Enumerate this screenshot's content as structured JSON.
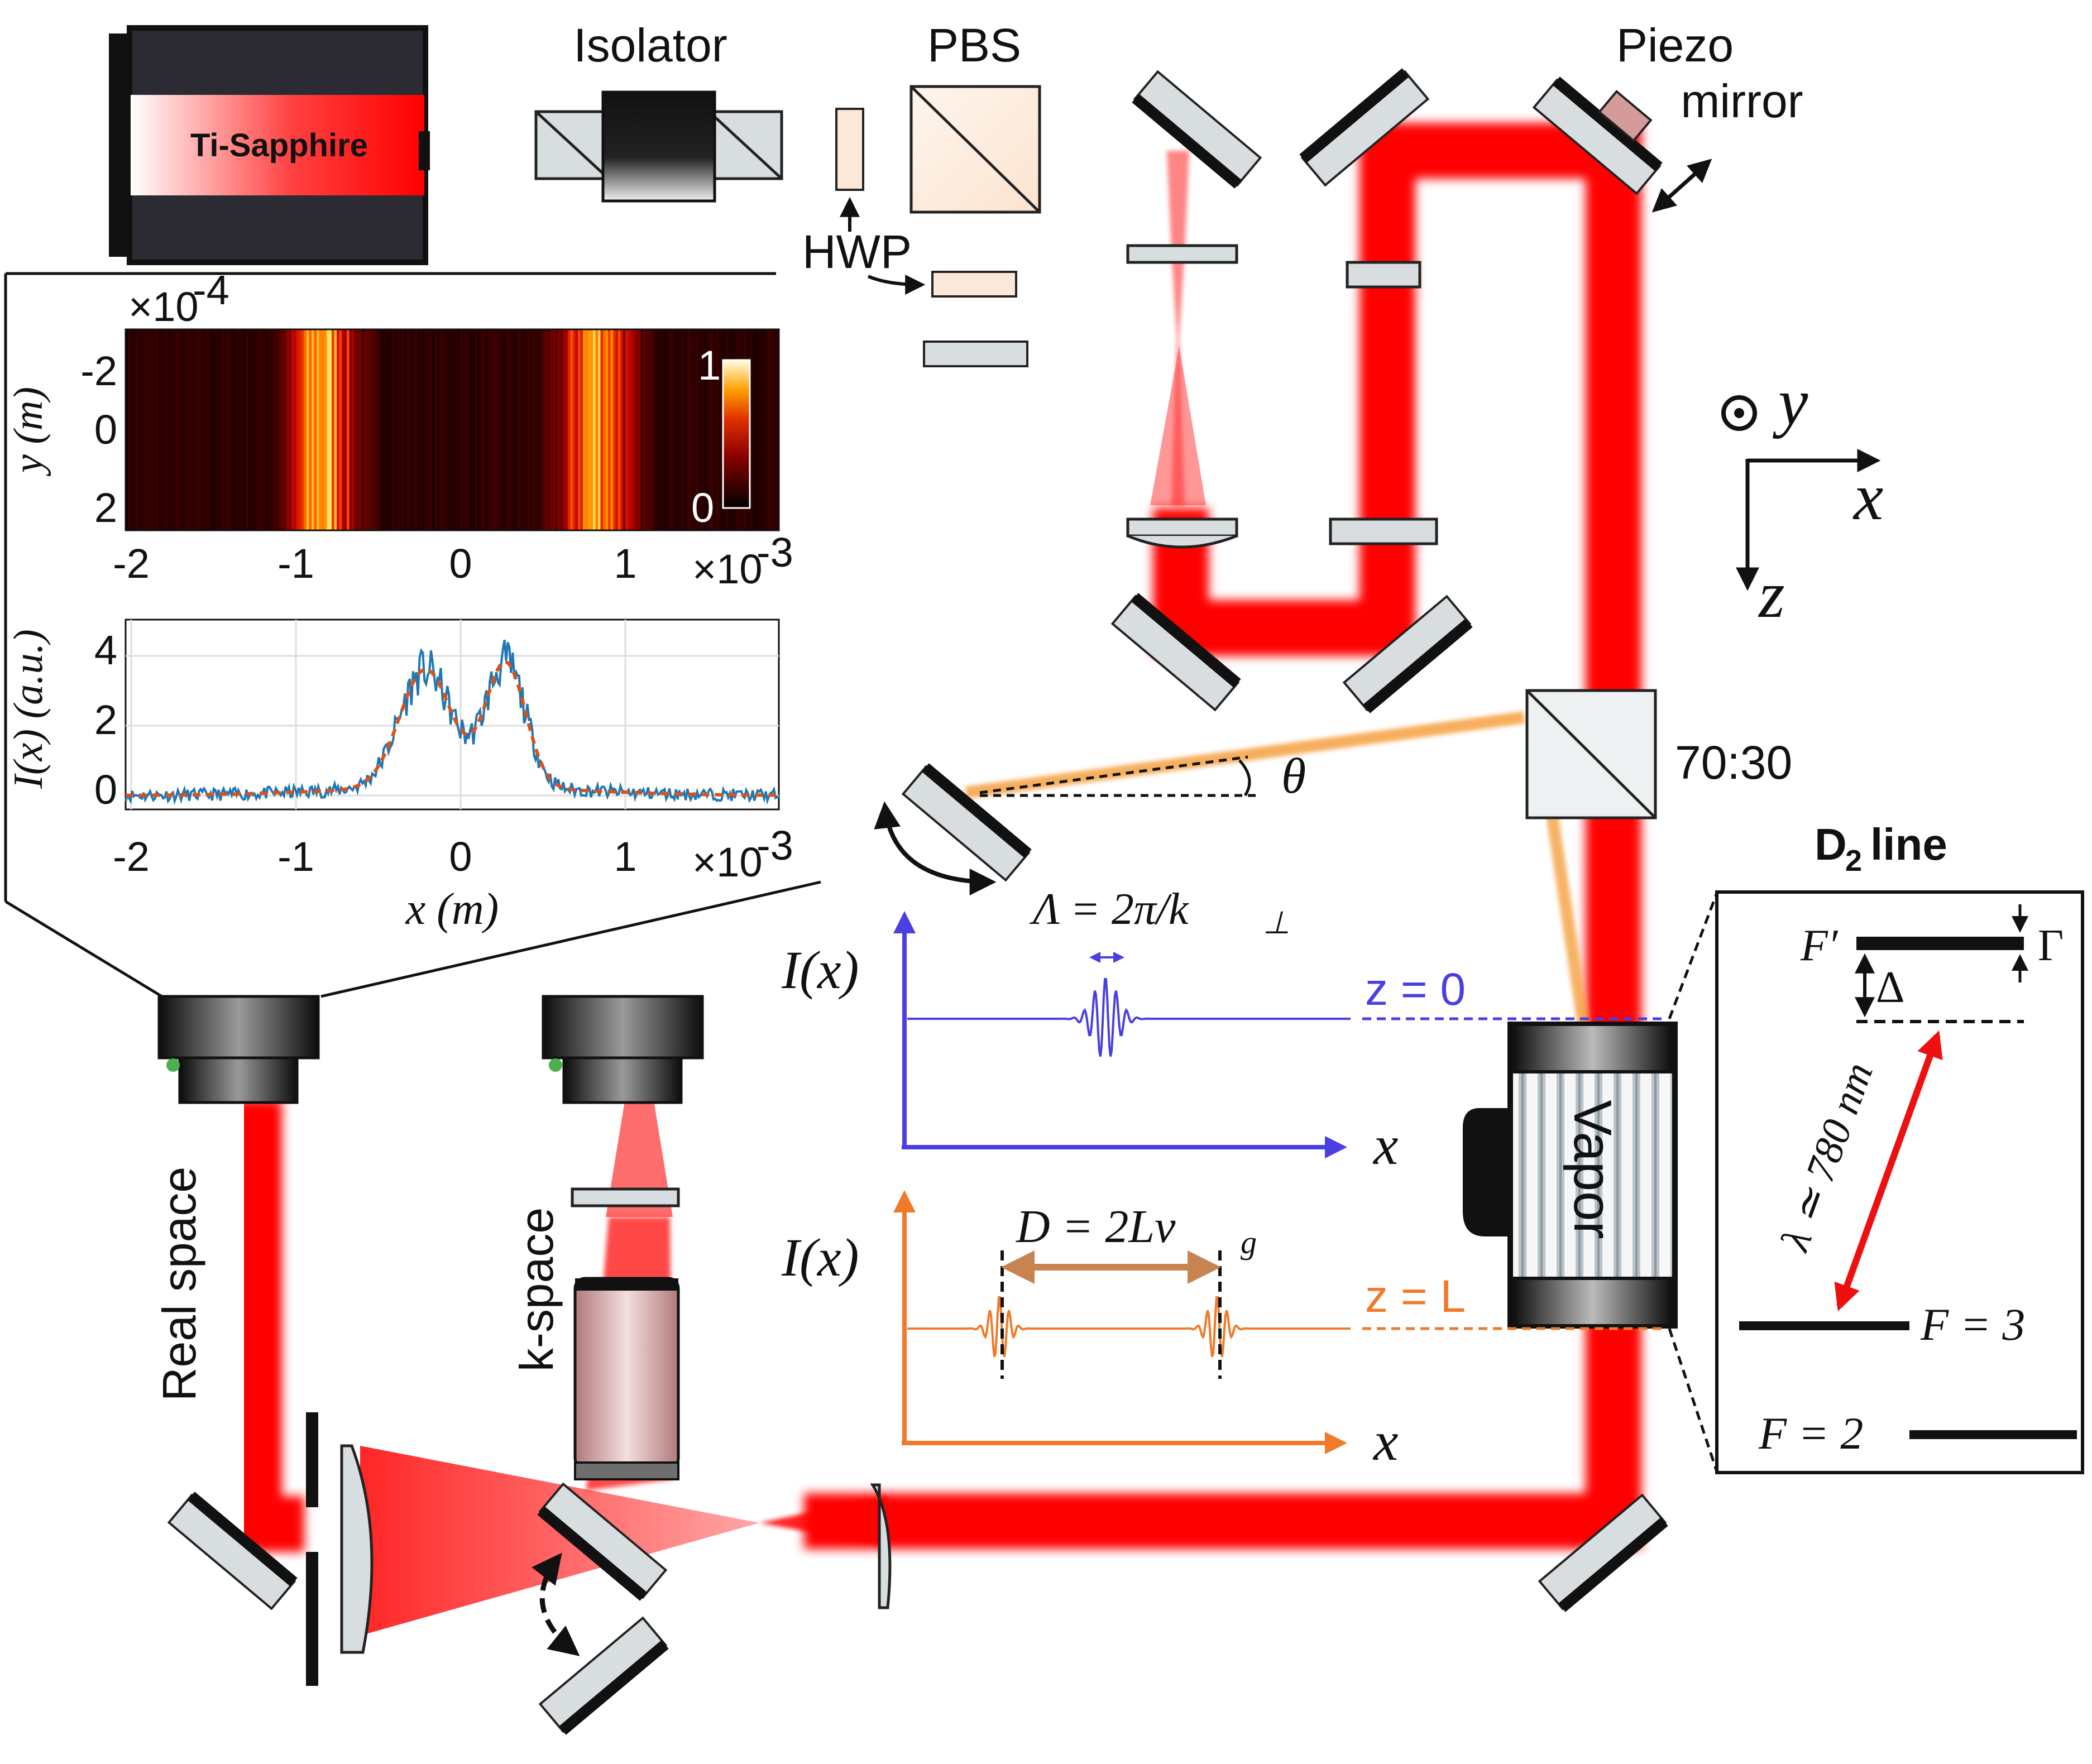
{
  "labels": {
    "laser": "Ti-Sapphire",
    "isolator": "Isolator",
    "pbs": "PBS",
    "piezo_line1": "Piezo",
    "piezo_line2": "mirror",
    "hwp": "HWP",
    "splitter": "70:30",
    "theta": "θ",
    "vapor": "Vapor",
    "real_space": "Real space",
    "k_space": "k-space",
    "d2_title": "D",
    "d2_sub": "2",
    "d2_word": "line",
    "axis_y": "y",
    "axis_x": "x",
    "axis_z": "z"
  },
  "inset_heatmap": {
    "y_exponent_base": "×10",
    "y_exponent_power": "-4",
    "y_label": "y (m)",
    "y_ticks": [
      "-2",
      "0",
      "2"
    ],
    "x_ticks": [
      "-2",
      "-1",
      "0",
      "1"
    ],
    "x_exponent_base": "×10",
    "x_exponent_power": "-3",
    "colorbar_max": "1",
    "colorbar_min": "0"
  },
  "inset_profile": {
    "y_label": "I(x) (a.u.)",
    "y_ticks": [
      "4",
      "2",
      "0"
    ],
    "x_ticks": [
      "-2",
      "-1",
      "0",
      "1"
    ],
    "x_exponent_base": "×10",
    "x_exponent_power": "-3",
    "x_label": "x (m)"
  },
  "plot_z0": {
    "y_label": "I(x)",
    "x_label": "x",
    "period_label": "Λ = 2π/k",
    "period_sub": "⊥",
    "z_label": "z = 0",
    "color": "#4a3fe0"
  },
  "plot_zL": {
    "y_label": "I(x)",
    "x_label": "x",
    "distance_label": "D = 2Lv",
    "distance_sub": "g",
    "z_label": "z = L",
    "color": "#f07a2a"
  },
  "levels": {
    "fprime": "F′",
    "gamma": "Γ",
    "delta": "Δ",
    "wavelength": "λ ≃ 780 nm",
    "f3": "F = 3",
    "f2": "F = 2"
  },
  "colors": {
    "beam": "#ff0000",
    "probe": "#f5a040",
    "mirror_face": "#d9dedf",
    "mirror_back": "#111111"
  }
}
